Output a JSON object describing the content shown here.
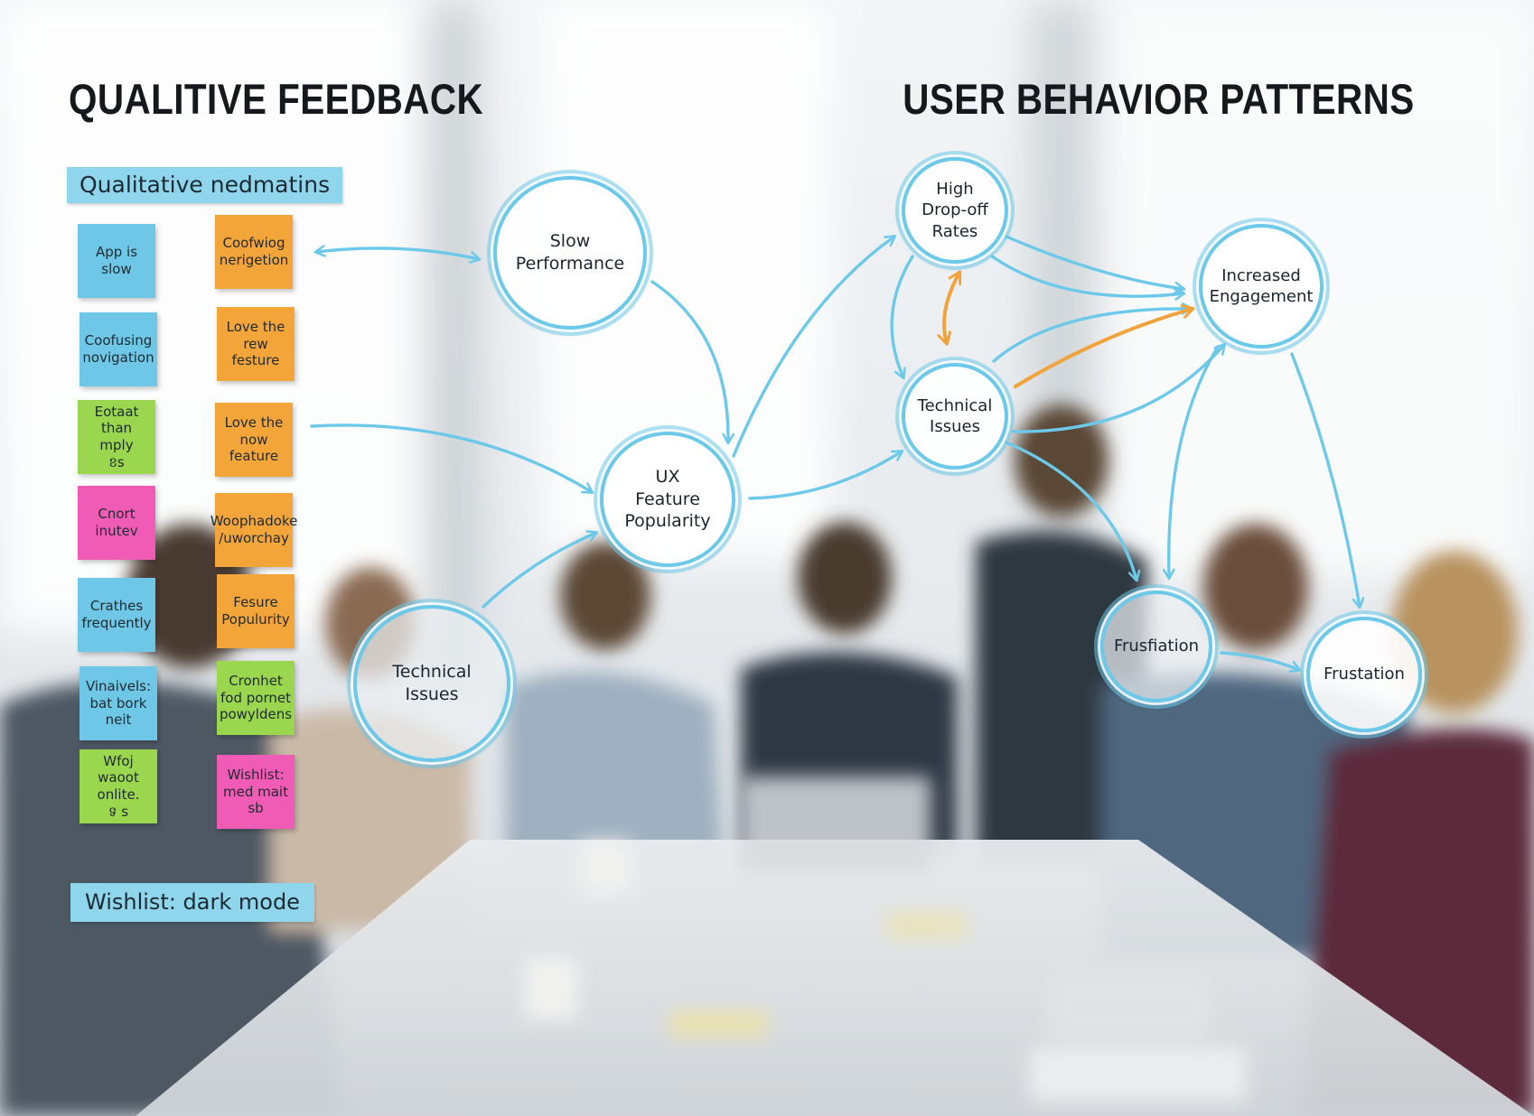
{
  "headings": {
    "left": "QUALITIVE FEEDBACK",
    "right": "USER BEHAVIOR PATTERNS"
  },
  "labels": {
    "qualitative": "Qualitative nedmatins",
    "wishlist": "Wishlist: dark mode"
  },
  "notes": {
    "left_column": [
      {
        "text": "App is\nslow",
        "color": "#6ec7e6"
      },
      {
        "text": "Coofusing\nnovigation",
        "color": "#6ec7e6"
      },
      {
        "text": "Eotaat\nthan mply\nខs",
        "color": "#9bd64f"
      },
      {
        "text": "Cnort\ninutev",
        "color": "#f05bb5"
      },
      {
        "text": "Crathes\nfrequently",
        "color": "#6ec7e6"
      },
      {
        "text": "Vinaivels:\nbat bork\nneit",
        "color": "#6ec7e6"
      },
      {
        "text": "Wfoj waoot\nonlite.\nទ s",
        "color": "#9bd64f"
      }
    ],
    "right_column": [
      {
        "text": "Coofwiog\nnerigetion",
        "color": "#f4a53a"
      },
      {
        "text": "Love the\nrew\nfesture",
        "color": "#f4a53a"
      },
      {
        "text": "Love the\nnow\nfeature",
        "color": "#f4a53a"
      },
      {
        "text": "Woophadoke\n/uworchay",
        "color": "#f4a53a"
      },
      {
        "text": "Fesure\nPopulurity",
        "color": "#f4a53a"
      },
      {
        "text": "Cronhet\nfod pornet\npowyldens",
        "color": "#9bd64f"
      },
      {
        "text": "Wishlist:\nmed mait\nsb",
        "color": "#f05bb5"
      }
    ]
  },
  "nodes": {
    "slow_performance": "Slow\nPerformance",
    "ux_feature_popularity": "UX\nFeature\nPopularity",
    "technical_issues_left": "Technical\nIssues",
    "high_drop_off": "High\nDrop-off\nRates",
    "technical_issues_right": "Technical\nIssues",
    "increased_engagement": "Increased\nEngagement",
    "frustation_a": "Frusfiation",
    "frustation_b": "Frustation"
  },
  "colors": {
    "arrow_blue": "#6cc9e9",
    "arrow_orange": "#f2a23a",
    "sticky_blue": "#6ec7e6",
    "sticky_orange": "#f4a53a",
    "sticky_green": "#9bd64f",
    "sticky_pink": "#f05bb5",
    "label_blue": "#8fd6ec"
  },
  "icons": {
    "background": "blurred-meeting-photo"
  }
}
